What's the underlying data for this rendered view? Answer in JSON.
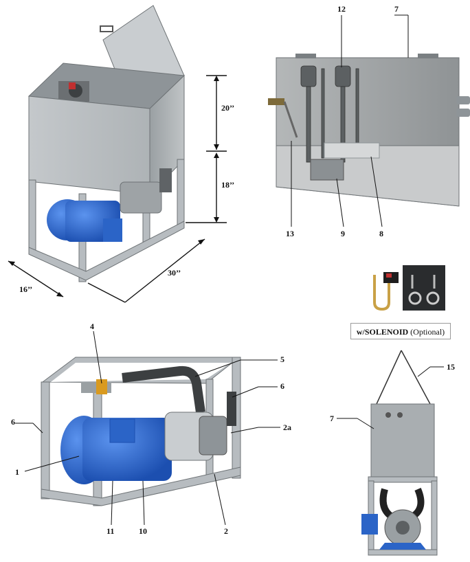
{
  "dimensions": {
    "height_top": "20’’",
    "height_legs": "18’’",
    "depth": "16’’",
    "width": "30’’"
  },
  "callouts_top_right": {
    "c12": "12",
    "c7": "7",
    "c13": "13",
    "c9": "9",
    "c8": "8"
  },
  "caption": {
    "bold": "w/SOLENOID",
    "normal": " (Optional)"
  },
  "callouts_bottom_left": {
    "c4": "4",
    "c5": "5",
    "c6a": "6",
    "c6b": "6",
    "c2a": "2a",
    "c1": "1",
    "c11": "11",
    "c10": "10",
    "c2": "2"
  },
  "callouts_bottom_right": {
    "c15": "15",
    "c7": "7"
  },
  "colors": {
    "steel": "#b7bcc0",
    "steel_dark": "#8e9498",
    "motor_blue": "#2f6fd6",
    "wall": "#9ea2a4",
    "floor": "#c9cbcc"
  }
}
